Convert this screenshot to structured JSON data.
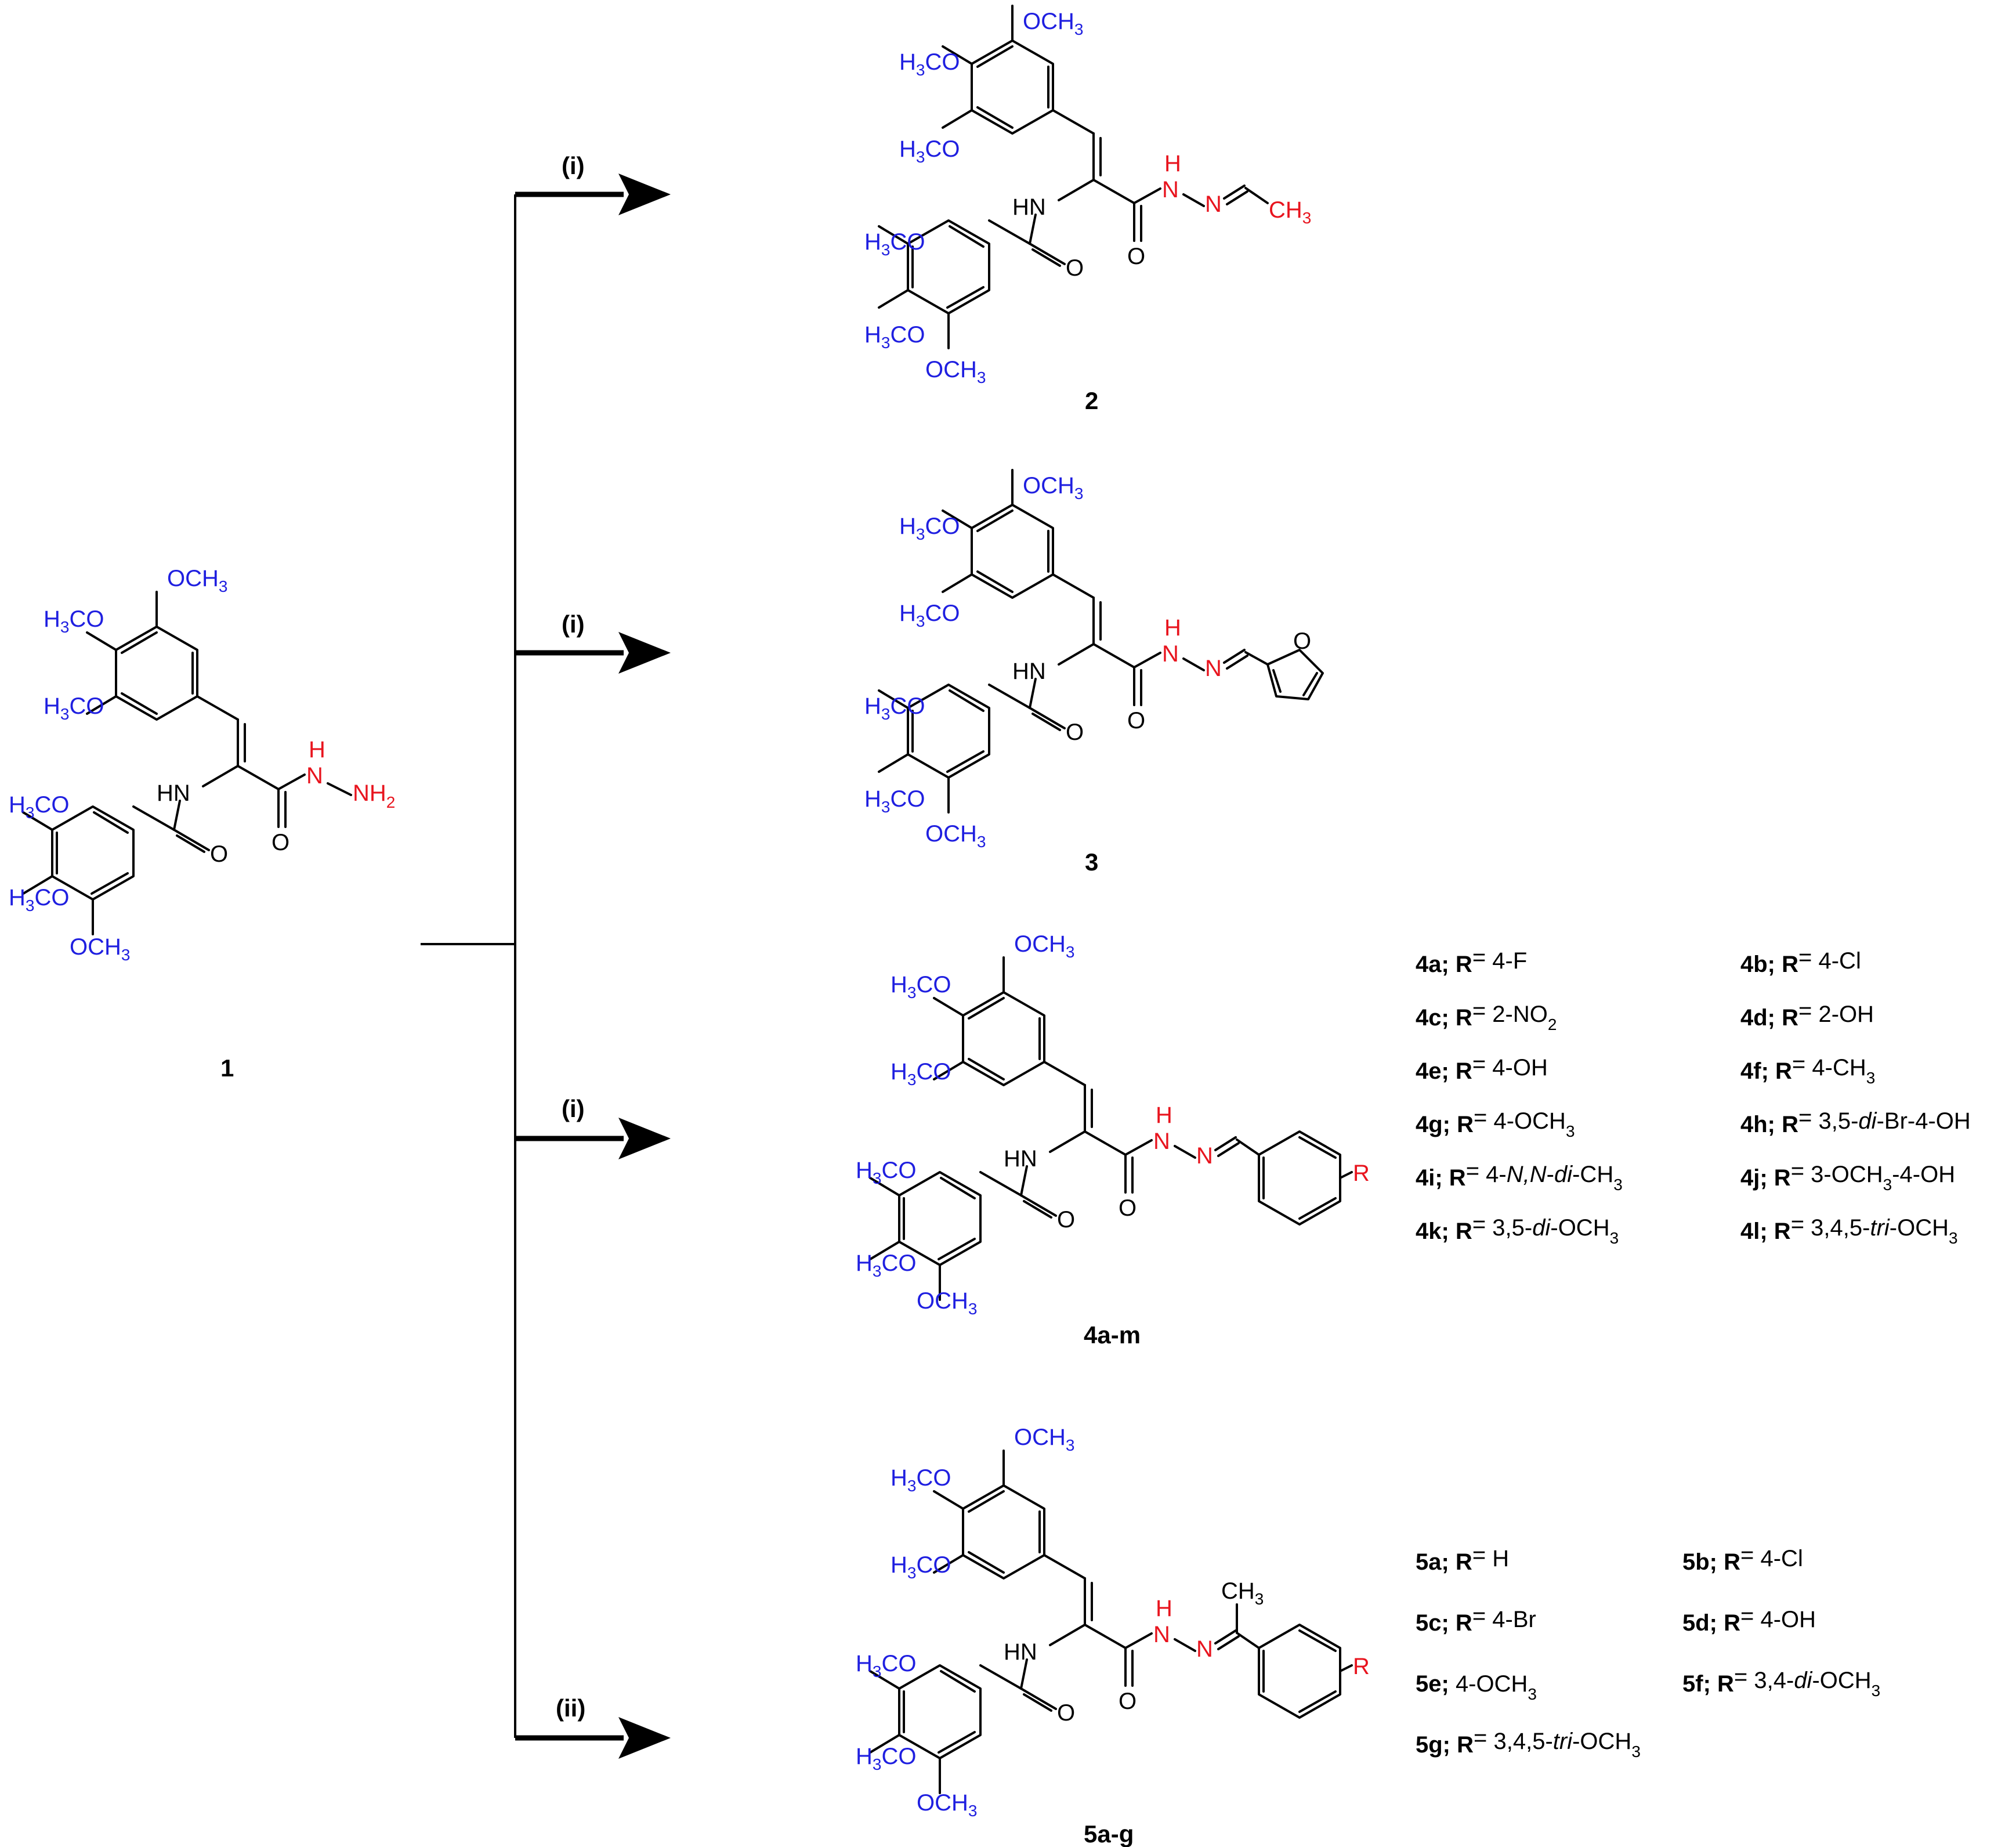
{
  "reagents": {
    "i": "(i)",
    "ii": "(ii)"
  },
  "atoms": {
    "och3": "OCH",
    "h3co_h3c": "H",
    "h3co_co": "CO",
    "sub3": "3",
    "sub2": "2",
    "nh": "HN",
    "o": "O",
    "h": "H",
    "n": "N",
    "nh2": "NH",
    "ch3": "CH",
    "r": "R"
  },
  "compounds": {
    "c1": "1",
    "c2": "2",
    "c3": "3",
    "c4": "4a-m",
    "c5": "5a-g"
  },
  "series4": [
    {
      "code": "4a; R",
      "eq": "=",
      "value": "4-F"
    },
    {
      "code": "4b; R",
      "eq": "=",
      "value": "4-Cl"
    },
    {
      "code": "4c; R",
      "eq": "=",
      "value": "2-NO",
      "sub": "2"
    },
    {
      "code": "4d; R",
      "eq": "=",
      "value": "2-OH"
    },
    {
      "code": "4e; R",
      "eq": "=",
      "value": "4-OH"
    },
    {
      "code": "4f; R",
      "eq": "=",
      "value": "4-CH",
      "sub": "3"
    },
    {
      "code": "4g; R",
      "eq": "=",
      "value": "4-OCH",
      "sub": "3"
    },
    {
      "code": "4h; R",
      "eq": "=",
      "value": "3,5-di-Br-4-OH"
    },
    {
      "code": "4i; R",
      "eq": "=",
      "value": "4-N,N-di-CH",
      "sub": "3"
    },
    {
      "code": "4j; R",
      "eq": "=",
      "value": "3-OCH",
      "sub": "3",
      "tail": "-4-OH"
    },
    {
      "code": "4k; R",
      "eq": "=",
      "value": "3,5-di-OCH",
      "sub": "3"
    },
    {
      "code": "4l; R",
      "eq": "=",
      "value": "3,4,5-tri-OCH",
      "sub": "3"
    }
  ],
  "series5": [
    {
      "code": "5a; R",
      "eq": "=",
      "value": "H"
    },
    {
      "code": "5b; R",
      "eq": "=",
      "value": "4-Cl"
    },
    {
      "code": "5c; R",
      "eq": "=",
      "value": "4-Br"
    },
    {
      "code": "5d; R",
      "eq": "=",
      "value": "4-OH"
    },
    {
      "code": "5e;",
      "eq": "",
      "value": "4-OCH",
      "sub": "3"
    },
    {
      "code": "5f; R",
      "eq": "=",
      "value": "3,4-di-OCH",
      "sub": "3"
    },
    {
      "code": "5g; R",
      "eq": "=",
      "value": "3,4,5-tri-OCH",
      "sub": "3"
    }
  ]
}
